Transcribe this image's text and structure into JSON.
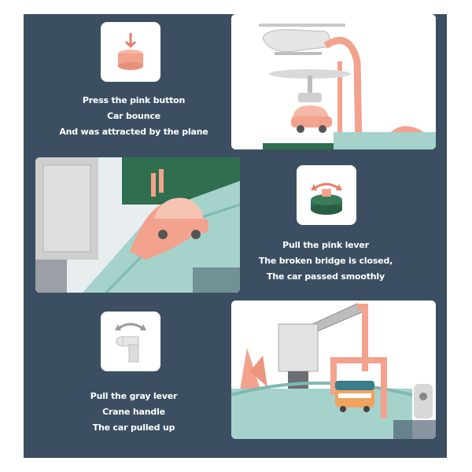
{
  "steps": [
    {
      "icon": "push-button-icon",
      "lines": [
        "Press the pink button",
        "Car bounce",
        "And was attracted by the plane"
      ]
    },
    {
      "icon": "rotate-lever-icon",
      "lines": [
        "Pull the pink lever",
        "The broken bridge is closed,",
        "The car passed smoothly"
      ]
    },
    {
      "icon": "crane-lever-icon",
      "lines": [
        "Pull the gray lever",
        "Crane handle",
        "The car pulled up"
      ]
    }
  ],
  "colors": {
    "board": "#3c4f62",
    "pink": "#f2a28d",
    "green": "#2f6e4e",
    "teal": "#a6d2cc",
    "gray": "#cfcfcf"
  }
}
